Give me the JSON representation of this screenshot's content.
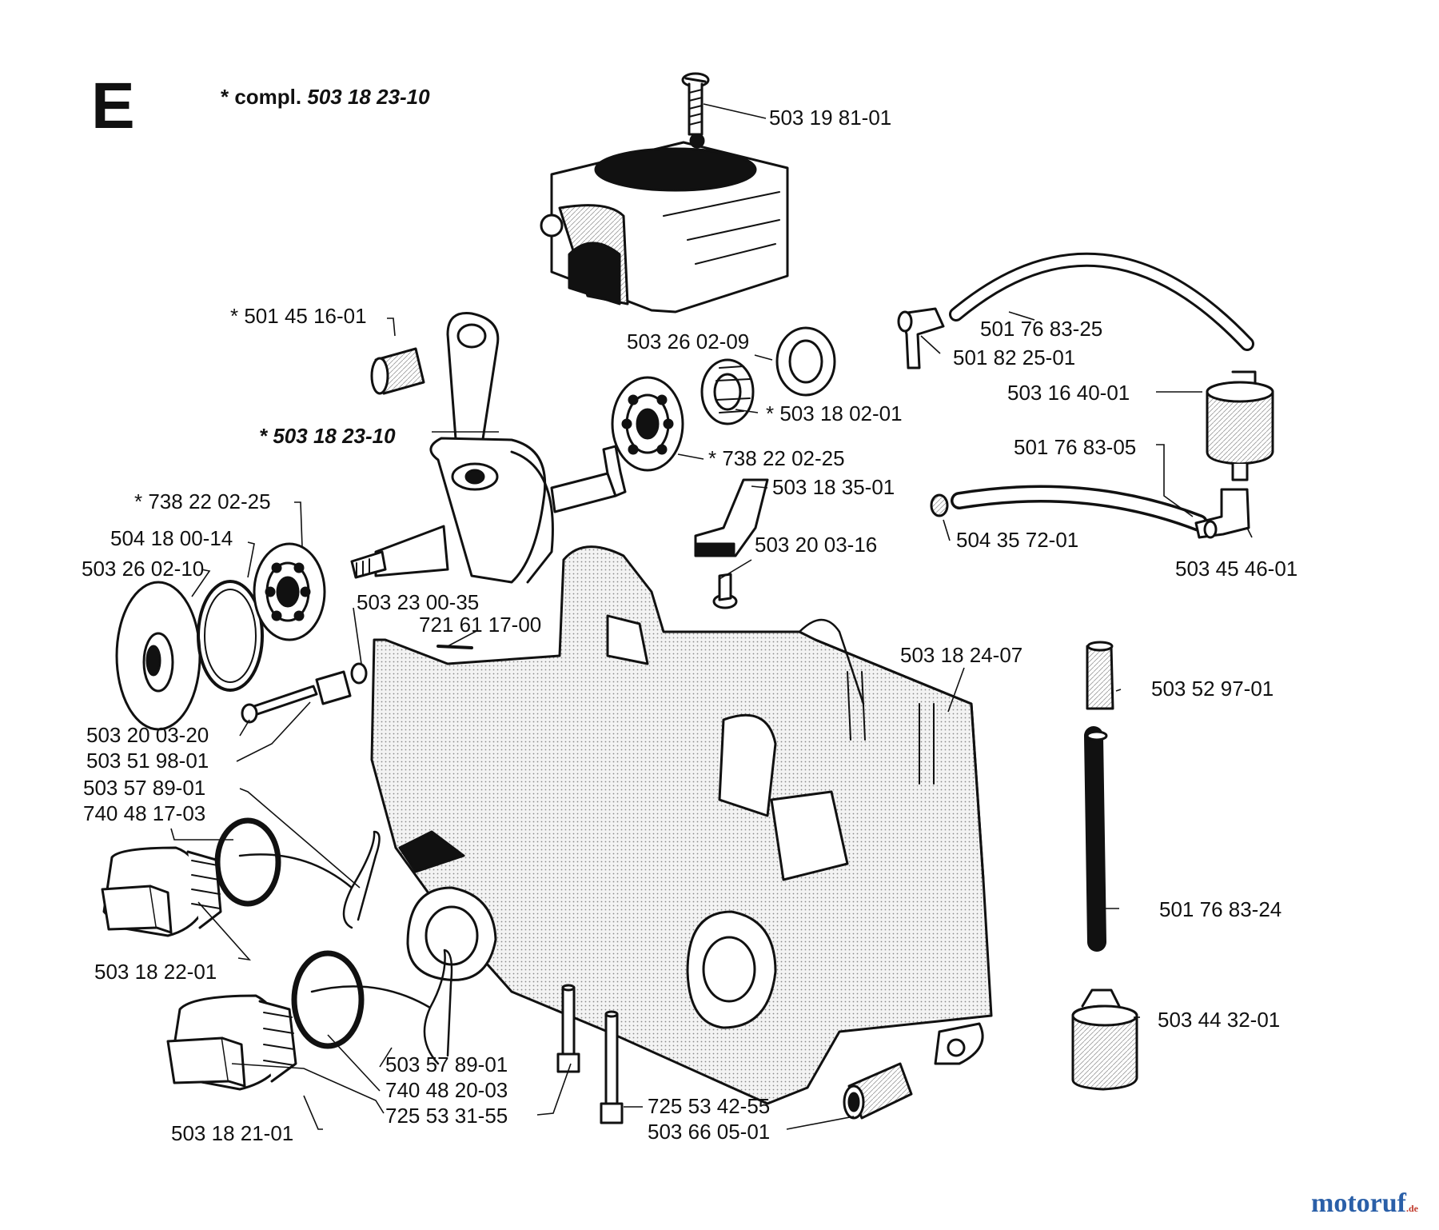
{
  "header": {
    "section_letter": "E",
    "compl_prefix": "* compl. ",
    "compl_number": "503 18 23-10"
  },
  "labels": {
    "cylinder_screw": "503 19 81-01",
    "needle_bearing": "* 501 45 16-01",
    "crankshaft": "* 503 18 23-10",
    "seal_top": "503 26 02-09",
    "fuel_hose_top": "501 76 83-25",
    "elbow_top": "501 82 25-01",
    "fuel_filter": "503 16 40-01",
    "bushing_right": "* 503 18 02-01",
    "bearing_right": "* 738 22 02-25",
    "fuel_hose_mid": "501 76 83-05",
    "bracket": "503 18 35-01",
    "bearing_left": "* 738 22 02-25",
    "plug": "504 35 72-01",
    "screw_bracket": "503 20 03-16",
    "ring": "504 18 00-14",
    "seal_left": "503 26 02-10",
    "elbow_bottom": "503 45 46-01",
    "washer": "503 23 00-35",
    "pin": "721 61 17-00",
    "crankcase": "503 18 24-07",
    "spring": "503 52 97-01",
    "bolt_left": "503 20 03-20",
    "sleeve_left": "503 51 98-01",
    "cap_strap_1": "503 57 89-01",
    "oring_1": "740 48 17-03",
    "hose_vertical": "501 76 83-24",
    "cap_1": "503 18 22-01",
    "filter_bottom": "503 44 32-01",
    "cap_strap_2": "503 57 89-01",
    "oring_2": "740 48 20-03",
    "bolt_a": "725 53 31-55",
    "bolt_b": "725 53 42-55",
    "sleeve_bottom": "503 66 05-01",
    "cap_2": "503 18 21-01"
  },
  "watermark": {
    "name": "motoruf",
    "tld": ".de"
  }
}
